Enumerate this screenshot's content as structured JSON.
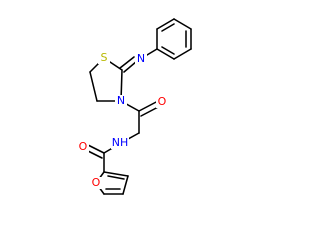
{
  "molecule": {
    "atom_labels": {
      "thiazolidine_s": "S",
      "thiazolidine_n": "N",
      "imine_n": "N",
      "carbonyl_o": "O",
      "amide_n": "NH",
      "amide_o": "O",
      "furan_o": "O"
    },
    "colors": {
      "bond": "#000000",
      "nitrogen": "#0000ff",
      "oxygen": "#ff0000",
      "sulfur": "#b8b800",
      "carbon_label": "#000000"
    }
  }
}
